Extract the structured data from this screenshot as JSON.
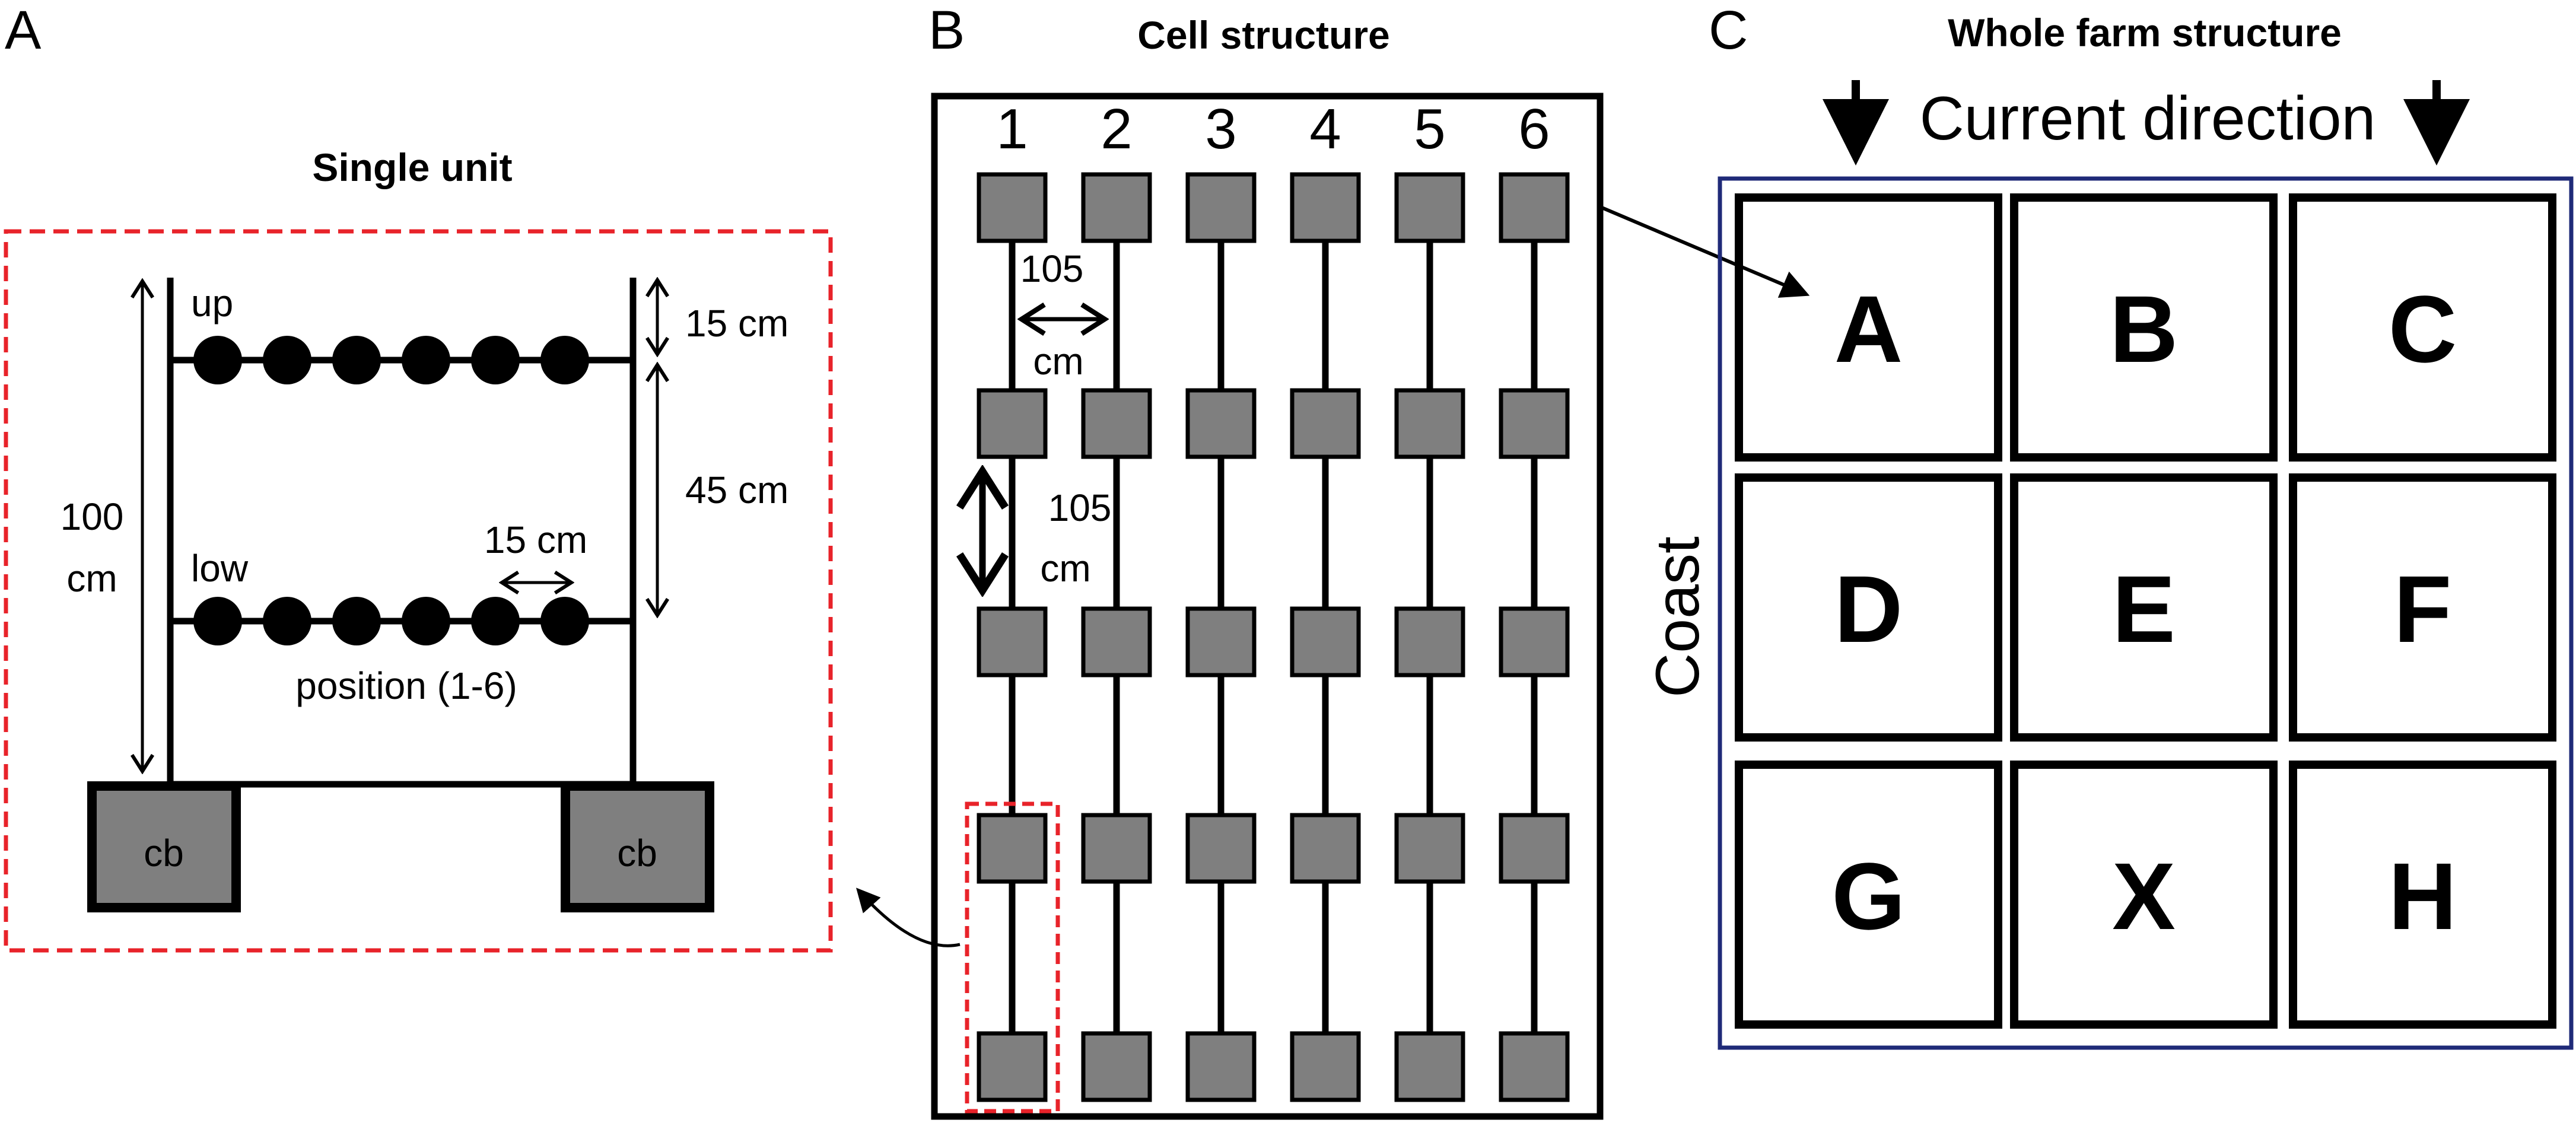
{
  "colors": {
    "block_fill": "#7f7f7f",
    "outline": "#000000",
    "dashed_box": "#e8232a",
    "farm_border": "#1f2a78",
    "background": "#ffffff"
  },
  "panel_a": {
    "letter": "A",
    "title": "Single unit",
    "label_up": "up",
    "label_low": "low",
    "dim_height_line1": "100",
    "dim_height_line2": "cm",
    "dim_top_gap": "15 cm",
    "dim_line_gap": "45 cm",
    "dim_spacing": "15 cm",
    "position_label": "position (1-6)",
    "block_label": "cb",
    "beads_per_line": 6
  },
  "panel_b": {
    "letter": "B",
    "title": "Cell structure",
    "columns": [
      "1",
      "2",
      "3",
      "4",
      "5",
      "6"
    ],
    "rows": 5,
    "dim_horizontal_line1": "105",
    "dim_horizontal_line2": "cm",
    "dim_vertical_line1": "105",
    "dim_vertical_line2": "cm"
  },
  "panel_c": {
    "letter": "C",
    "title": "Whole farm structure",
    "current_label": "Current direction",
    "coast_label": "Coast",
    "cells": [
      "A",
      "B",
      "C",
      "D",
      "E",
      "F",
      "G",
      "X",
      "H"
    ]
  },
  "icons": {
    "current_arrow": "down-arrow-icon",
    "connector_arrow": "curved-arrow-icon"
  }
}
